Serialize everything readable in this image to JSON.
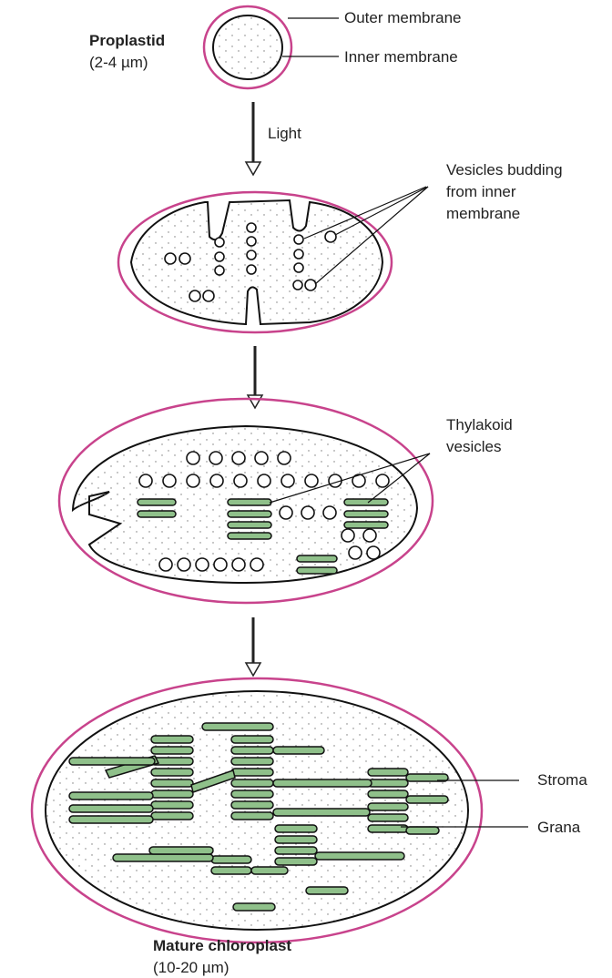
{
  "labels": {
    "proplastid": "Proplastid",
    "proplastid_size": "(2-4 µm)",
    "outer_membrane": "Outer membrane",
    "inner_membrane": "Inner membrane",
    "light": "Light",
    "vesicles_budding_1": "Vesicles budding",
    "vesicles_budding_2": "from inner",
    "vesicles_budding_3": "membrane",
    "thylakoid_1": "Thylakoid",
    "thylakoid_2": "vesicles",
    "stroma": "Stroma",
    "grana": "Grana",
    "mature": "Mature chloroplast",
    "mature_size": "(10-20 µm)"
  },
  "colors": {
    "outer_membrane": "#c8438c",
    "thylakoid_fill": "#8fc08a",
    "stroke": "#111111"
  }
}
